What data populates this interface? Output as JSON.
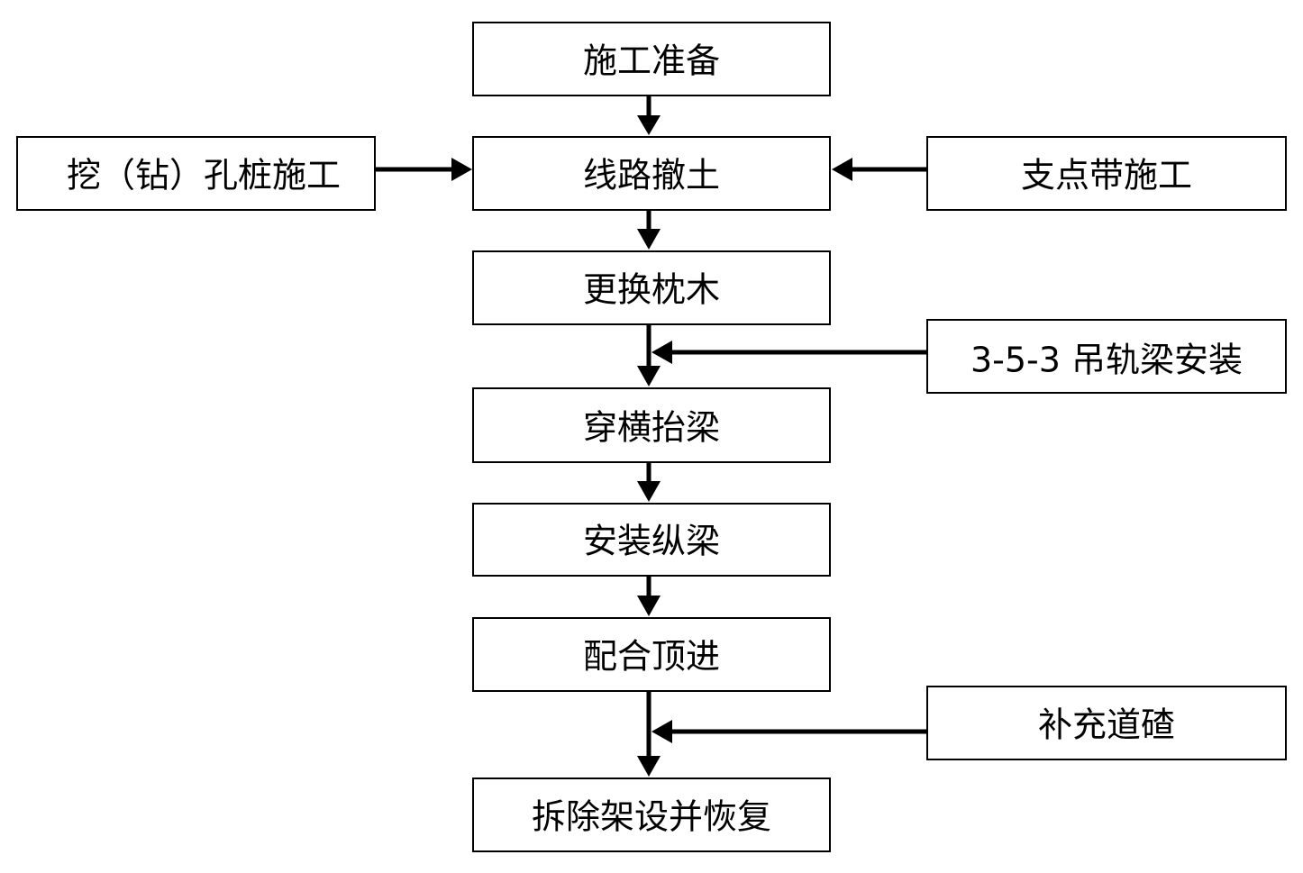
{
  "steps": [
    "施工准备",
    "线路撤土",
    "更换枕木",
    "穿横抬梁",
    "安装纵梁",
    "配合顶进",
    "拆除架设并恢复"
  ],
  "side_inputs": {
    "pile_construction": "挖（钻）孔桩施工",
    "support_strip": "支点带施工",
    "rail_beam_install": "3-5-3 吊轨梁安装",
    "ballast_supplement": "补充道碴"
  },
  "colors": {
    "line": "#000000",
    "box_fill": "#ffffff",
    "text": "#000000"
  }
}
